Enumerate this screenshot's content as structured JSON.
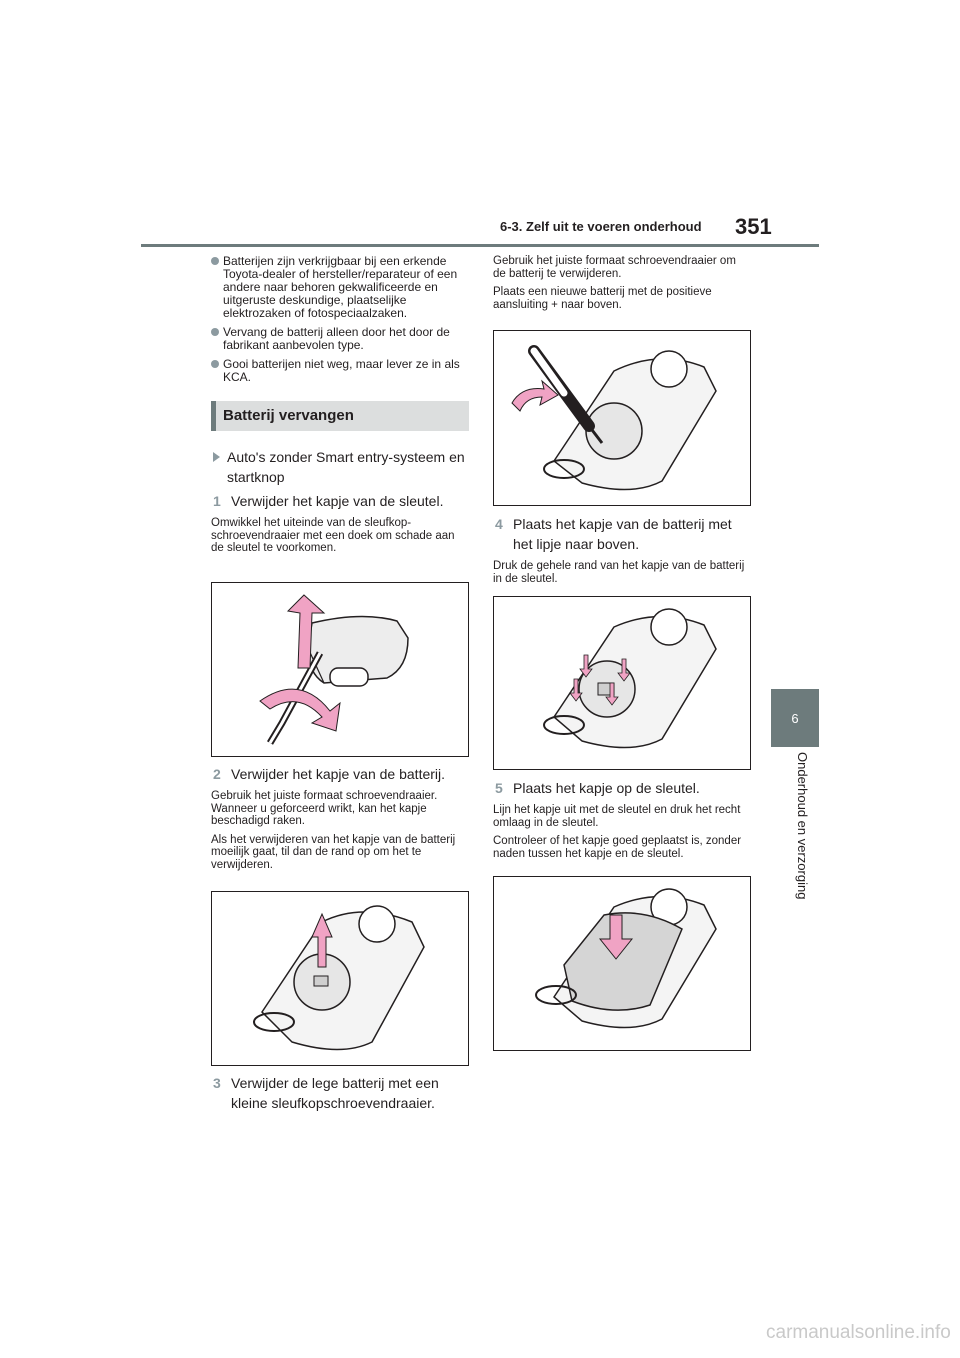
{
  "header": {
    "section": "6-3. Zelf uit te voeren onderhoud",
    "page_number": "351"
  },
  "side_tab": {
    "number": "6",
    "chapter": "Onderhoud en verzorging"
  },
  "bullets": [
    "Batterijen zijn verkrijgbaar bij een erkende Toyota-dealer of hersteller/reparateur of een andere naar behoren gekwalificeerde en uitgeruste deskundige, plaatselijke elektrozaken of fotospeciaalzaken.",
    "Vervang de batterij alleen door het door de fabrikant aanbevolen type.",
    "Gooi batterijen niet weg, maar lever ze in als KCA."
  ],
  "section_title": "Batterij vervangen",
  "subsection": "Auto's zonder Smart entry-systeem en startknop",
  "steps": [
    {
      "num": "1",
      "text": "Verwijder het kapje van de sleutel.",
      "notes": [
        "Omwikkel het uiteinde van de sleufkop-schroevendraaier met een doek om schade aan de sleutel te voorkomen."
      ]
    },
    {
      "num": "2",
      "text": "Verwijder het kapje van de batterij.",
      "notes": [
        "Gebruik het juiste formaat schroevendraaier. Wanneer u geforceerd wrikt, kan het kapje beschadigd raken.",
        "Als het verwijderen van het kapje van de batterij moeilijk gaat, til dan de rand op om het te verwijderen."
      ]
    },
    {
      "num": "3",
      "text": "Verwijder de lege batterij met een kleine sleufkopschroevendraaier.",
      "notes": [
        "Gebruik het juiste formaat schroevendraaier om de batterij te verwijderen.",
        "Plaats een nieuwe batterij met de positieve aansluiting + naar boven."
      ]
    },
    {
      "num": "4",
      "text": "Plaats het kapje van de batterij met het lipje naar boven.",
      "notes": [
        "Druk de gehele rand van het kapje van de batterij in de sleutel."
      ]
    },
    {
      "num": "5",
      "text": "Plaats het kapje op de sleutel.",
      "notes": [
        "Lijn het kapje uit met de sleutel en druk het recht omlaag in de sleutel.",
        "Controleer of het kapje goed geplaatst is, zonder naden tussen het kapje en de sleutel."
      ]
    }
  ],
  "colors": {
    "accent_gray": "#6d7b7c",
    "bullet_gray": "#8c9aa0",
    "arrow_pink": "#f0a3c4",
    "section_bg": "#dcdede"
  },
  "watermark": "carmanualsonline.info"
}
